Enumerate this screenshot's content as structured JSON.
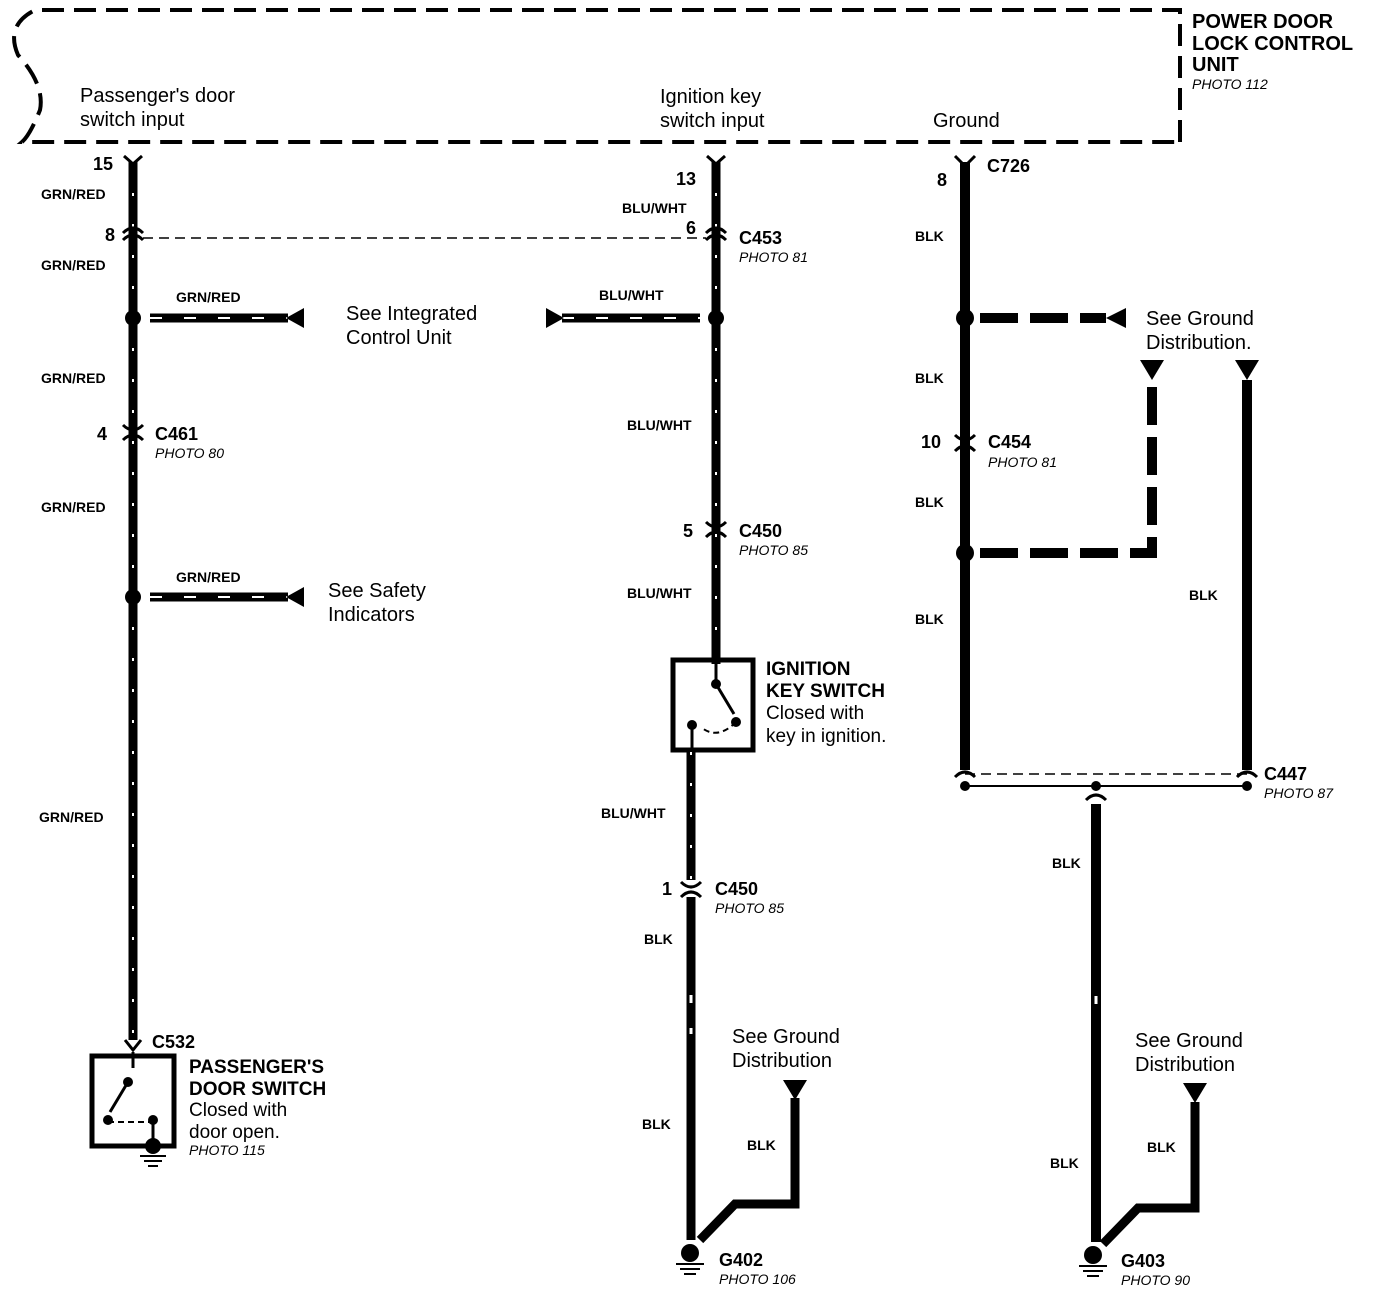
{
  "control_unit": {
    "title_line1": "POWER DOOR",
    "title_line2": "LOCK CONTROL",
    "title_line3": "UNIT",
    "photo": "PHOTO 112",
    "input_passenger_line1": "Passenger's door",
    "input_passenger_line2": "switch input",
    "input_ignition_line1": "Ignition key",
    "input_ignition_line2": "switch input",
    "input_ground": "Ground"
  },
  "pins": {
    "p15": "15",
    "p8_left": "8",
    "p4": "4",
    "p13": "13",
    "p6": "6",
    "p5": "5",
    "p1": "1",
    "p8_right": "8",
    "p10": "10"
  },
  "connectors": {
    "c726": "C726",
    "c453": "C453",
    "c453_photo": "PHOTO 81",
    "c461": "C461",
    "c461_photo": "PHOTO 80",
    "c450_upper": "C450",
    "c450_upper_photo": "PHOTO 85",
    "c450_lower": "C450",
    "c450_lower_photo": "PHOTO 85",
    "c454": "C454",
    "c454_photo": "PHOTO 81",
    "c447": "C447",
    "c447_photo": "PHOTO 87",
    "c532": "C532"
  },
  "wires": {
    "grn_red": "GRN/RED",
    "blu_wht": "BLU/WHT",
    "blk": "BLK"
  },
  "references": {
    "icu_line1": "See  Integrated",
    "icu_line2": "Control Unit",
    "safety_line1": "See  Safety",
    "safety_line2": "Indicators",
    "ground_dist_dot_line1": "See Ground",
    "ground_dist_dot_line2": "Distribution.",
    "ground_dist_nodot_line1": "See Ground",
    "ground_dist_nodot_line2": "Distribution"
  },
  "components": {
    "ignition_switch_line1": "IGNITION",
    "ignition_switch_line2": "KEY SWITCH",
    "ignition_switch_desc1": "Closed with",
    "ignition_switch_desc2": "key in ignition.",
    "door_switch_line1": "PASSENGER'S",
    "door_switch_line2": "DOOR SWITCH",
    "door_switch_desc1": "Closed with",
    "door_switch_desc2": "door open.",
    "door_switch_photo": "PHOTO 115"
  },
  "grounds": {
    "g402": "G402",
    "g402_photo": "PHOTO 106",
    "g403": "G403",
    "g403_photo": "PHOTO 90"
  }
}
